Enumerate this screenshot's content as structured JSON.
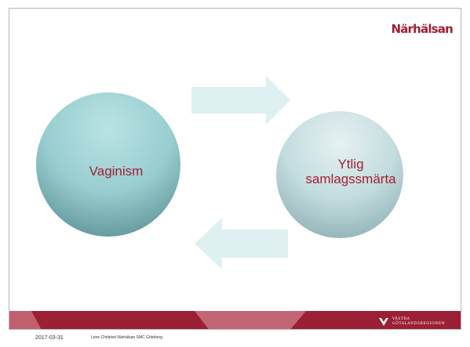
{
  "header": {
    "brand": "Närhälsan"
  },
  "diagram": {
    "left_node": "Vaginism",
    "right_node_line1": "Ytlig",
    "right_node_line2": "samlagssmärta"
  },
  "footer": {
    "date": "2017-03-31",
    "credit": "Lene Chidekel Närhälsan SMC Göteborg",
    "logo_line1": "VÄSTRA",
    "logo_line2": "GÖTALANDSREGIONEN"
  },
  "colors": {
    "accent": "#a31f34",
    "circle_light": "#aedcde",
    "circle_dark": "#6a9ea3",
    "arrow": "#dceef0"
  }
}
